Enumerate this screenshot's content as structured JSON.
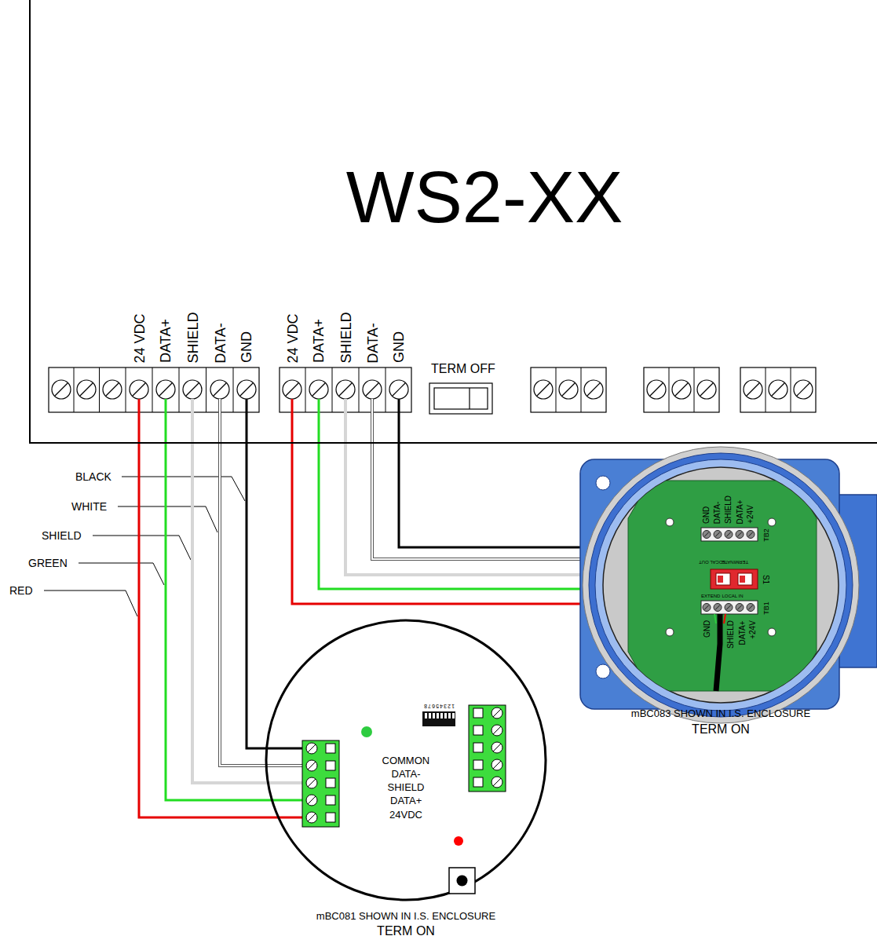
{
  "diagram": {
    "nodes": [
      {
        "text": [
          "WS2-XX"
        ]
      },
      {
        "text": [
          "mBC083 SHOWN IN I.S. ENCLOSURE",
          "TERM ON"
        ]
      },
      {
        "text": [
          "mBC081 SHOWN IN I.S. ENCLOSURE",
          "TERM ON"
        ]
      }
    ],
    "edges": [
      {
        "from": 0,
        "to": 2,
        "arrow": "none"
      },
      {
        "from": 0,
        "to": 2,
        "arrow": "none"
      },
      {
        "from": 0,
        "to": 2,
        "arrow": "none"
      },
      {
        "from": 0,
        "to": 2,
        "arrow": "none"
      },
      {
        "from": 0,
        "to": 2,
        "arrow": "none"
      },
      {
        "from": 0,
        "to": 1,
        "arrow": "none"
      },
      {
        "from": 0,
        "to": 1,
        "arrow": "none"
      },
      {
        "from": 0,
        "to": 1,
        "arrow": "none"
      },
      {
        "from": 0,
        "to": 1,
        "arrow": "none"
      },
      {
        "from": 0,
        "to": 1,
        "arrow": "none"
      }
    ],
    "labels": [
      "24 VDC",
      "DATA+",
      "SHIELD",
      "DATA-",
      "GND",
      "24 VDC",
      "DATA+",
      "SHIELD",
      "DATA-",
      "GND",
      "TERM OFF",
      "BLACK",
      "WHITE",
      "SHIELD",
      "GREEN",
      "RED",
      "GND",
      "DATA-",
      "SHIELD",
      "DATA+",
      "+24V",
      "TB2",
      "TERMINATE",
      "LOCAL OUT",
      "S1",
      "EXTEND",
      "LOCAL IN",
      "TB1",
      "GND",
      "SHIELD",
      "DATA+",
      "+24V",
      "COMMON",
      "DATA-",
      "SHIELD",
      "DATA+",
      "24VDC",
      "1",
      "2",
      "3",
      "4",
      "5",
      "6",
      "7",
      "8"
    ]
  }
}
